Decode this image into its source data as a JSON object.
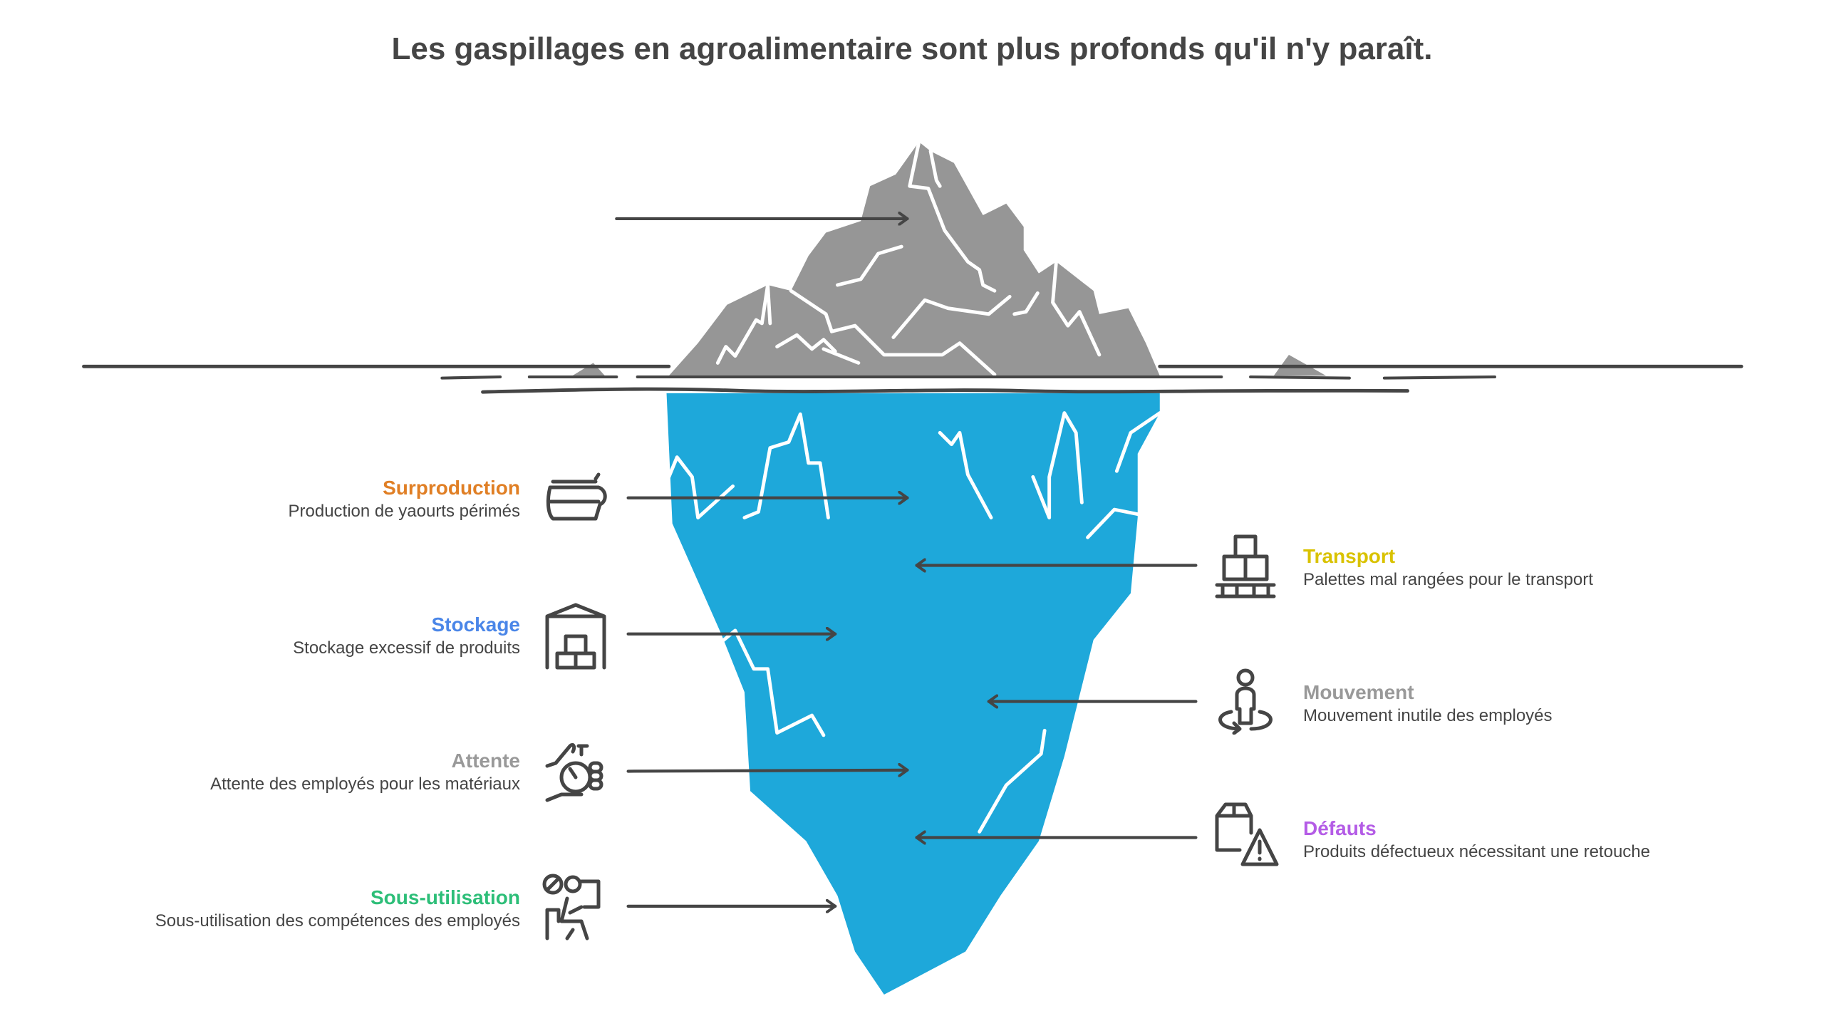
{
  "title": "Les gaspillages en agroalimentaire sont plus profonds qu'il n'y paraît.",
  "colors": {
    "ice_top": "#969696",
    "ice_bottom": "#1EA8DA",
    "line": "#454545"
  },
  "left_items": [
    {
      "title": "Surproduction",
      "desc": "Production de yaourts périmés",
      "color": "#E07F25",
      "icon": "yogurt-pot-icon"
    },
    {
      "title": "Stockage",
      "desc": "Stockage excessif de produits",
      "color": "#4A86E8",
      "icon": "warehouse-boxes-icon"
    },
    {
      "title": "Attente",
      "desc": "Attente des employés pour les matériaux",
      "color": "#999999",
      "icon": "hand-stopwatch-icon"
    },
    {
      "title": "Sous-utilisation",
      "desc": "Sous-utilisation des compétences des employés",
      "color": "#2DBE78",
      "icon": "idle-worker-icon"
    }
  ],
  "right_items": [
    {
      "title": "Transport",
      "desc": "Palettes mal rangées pour le transport",
      "color": "#D9C200",
      "icon": "pallet-boxes-icon"
    },
    {
      "title": "Mouvement",
      "desc": "Mouvement inutile des employés",
      "color": "#999999",
      "icon": "person-rotate-icon"
    },
    {
      "title": "Défauts",
      "desc": "Produits défectueux nécessitant une retouche",
      "color": "#B45CE6",
      "icon": "box-warning-icon"
    }
  ]
}
